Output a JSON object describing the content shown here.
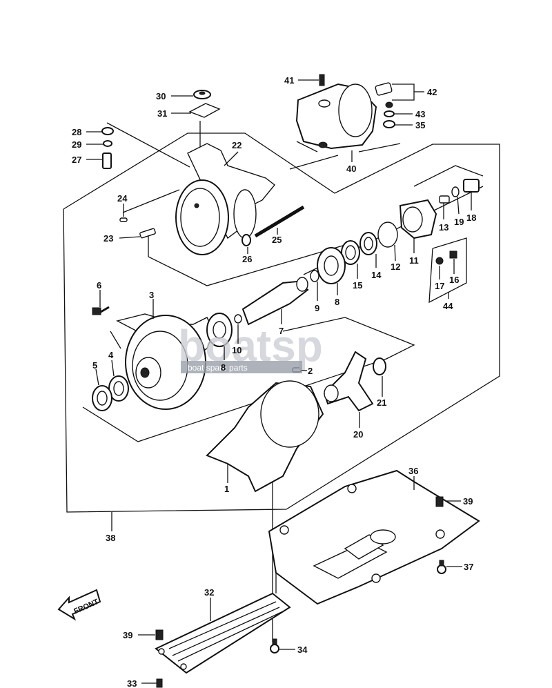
{
  "labels": {
    "p1": "1",
    "p2": "2",
    "p3": "3",
    "p4": "4",
    "p5": "5",
    "p6": "6",
    "p7": "7",
    "p8a": "8",
    "p8b": "8",
    "p9": "9",
    "p10": "10",
    "p11": "11",
    "p12": "12",
    "p13": "13",
    "p14": "14",
    "p15": "15",
    "p16": "16",
    "p17": "17",
    "p18": "18",
    "p19": "19",
    "p20": "20",
    "p21": "21",
    "p22": "22",
    "p23": "23",
    "p24": "24",
    "p25": "25",
    "p26": "26",
    "p27": "27",
    "p28": "28",
    "p29": "29",
    "p30": "30",
    "p31": "31",
    "p32": "32",
    "p33": "33",
    "p34": "34",
    "p35": "35",
    "p36": "36",
    "p37": "37",
    "p38": "38",
    "p39a": "39",
    "p39b": "39",
    "p40": "40",
    "p41": "41",
    "p42": "42",
    "p43": "43",
    "p44": "44"
  },
  "front_arrow": "FRONT",
  "watermark": {
    "brand": "boatsp",
    "tagline": "boat spare parts"
  }
}
